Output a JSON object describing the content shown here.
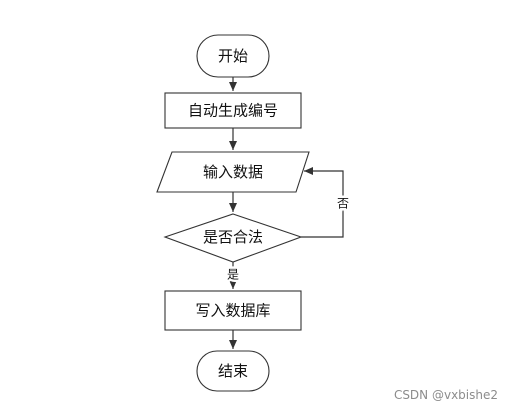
{
  "diagram": {
    "nodes": {
      "start": {
        "label": "开始",
        "shape": "terminal"
      },
      "generate_id": {
        "label": "自动生成编号",
        "shape": "process"
      },
      "input_data": {
        "label": "输入数据",
        "shape": "input-output"
      },
      "is_valid": {
        "label": "是否合法",
        "shape": "decision"
      },
      "write_db": {
        "label": "写入数据库",
        "shape": "process"
      },
      "end": {
        "label": "结束",
        "shape": "terminal"
      }
    },
    "edges": {
      "start_to_generate": {
        "from": "开始",
        "to": "自动生成编号",
        "label": ""
      },
      "generate_to_input": {
        "from": "自动生成编号",
        "to": "输入数据",
        "label": ""
      },
      "input_to_valid": {
        "from": "输入数据",
        "to": "是否合法",
        "label": ""
      },
      "valid_yes": {
        "from": "是否合法",
        "to": "写入数据库",
        "label": "是"
      },
      "valid_no": {
        "from": "是否合法",
        "to": "输入数据",
        "label": "否"
      },
      "write_to_end": {
        "from": "写入数据库",
        "to": "结束",
        "label": ""
      }
    },
    "colors": {
      "stroke": "#333333",
      "fill": "#ffffff",
      "text": "#111111"
    }
  },
  "watermark": "CSDN @vxbishe2"
}
